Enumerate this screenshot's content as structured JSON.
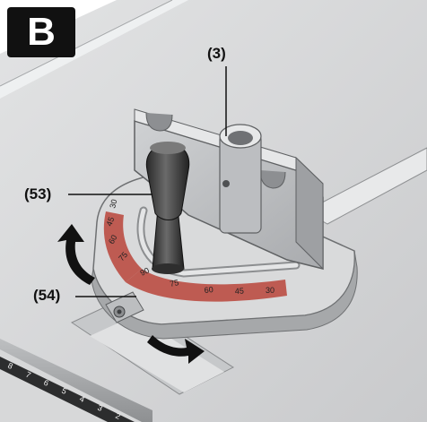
{
  "figure": {
    "badge": "B",
    "callouts": {
      "part_3": "(3)",
      "part_53": "(53)",
      "part_54": "(54)"
    },
    "protractor_scale": [
      "30",
      "45",
      "60",
      "75",
      "90",
      "75",
      "60",
      "45",
      "30"
    ],
    "ruler_digits": [
      "8",
      "7",
      "6",
      "5",
      "4",
      "3",
      "2"
    ],
    "icons": [
      "rotate-arrow-icon",
      "slide-arrow-icon"
    ]
  },
  "colors": {
    "background": "#ffffff",
    "table": "#d7d8d9",
    "part": "#bfc1c3",
    "handle": "#3a3a3a",
    "scale_red": "#b8443a",
    "ink": "#111111"
  }
}
